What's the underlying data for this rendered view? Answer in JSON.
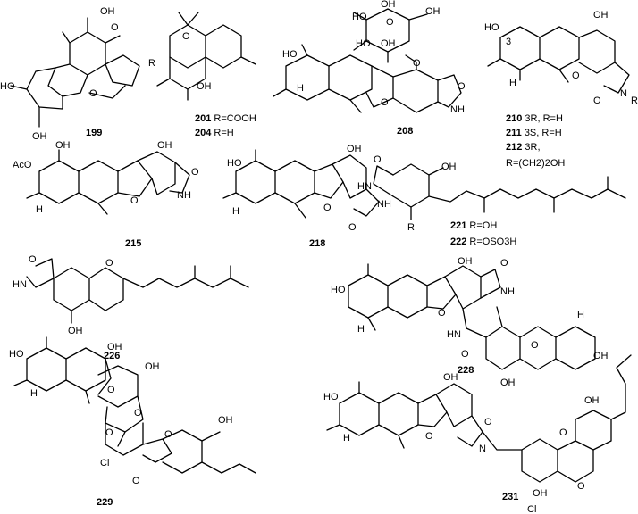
{
  "compounds": {
    "c199": {
      "number": "199"
    },
    "c201": {
      "number": "201",
      "substituent": "R=COOH"
    },
    "c204": {
      "number": "204",
      "substituent": "R=H"
    },
    "c208": {
      "number": "208"
    },
    "c210": {
      "number": "210",
      "substituent": "3R, R=H"
    },
    "c211": {
      "number": "211",
      "substituent": "3S, R=H"
    },
    "c212": {
      "number": "212",
      "substituent": "3R,",
      "substituent2": "R=(CH2)2OH"
    },
    "c215": {
      "number": "215"
    },
    "c218": {
      "number": "218"
    },
    "c221": {
      "number": "221",
      "substituent": "R=OH"
    },
    "c222": {
      "number": "222",
      "substituent": "R=OSO3H"
    },
    "c226": {
      "number": "226"
    },
    "c228": {
      "number": "228"
    },
    "c229": {
      "number": "229"
    },
    "c231": {
      "number": "231"
    }
  },
  "atoms": {
    "OH": "OH",
    "HO": "HO",
    "O": "O",
    "R": "R",
    "NH": "NH",
    "HN": "HN",
    "N": "N",
    "AcO": "AcO",
    "H": "H",
    "Cl": "Cl",
    "locant3": "3"
  }
}
